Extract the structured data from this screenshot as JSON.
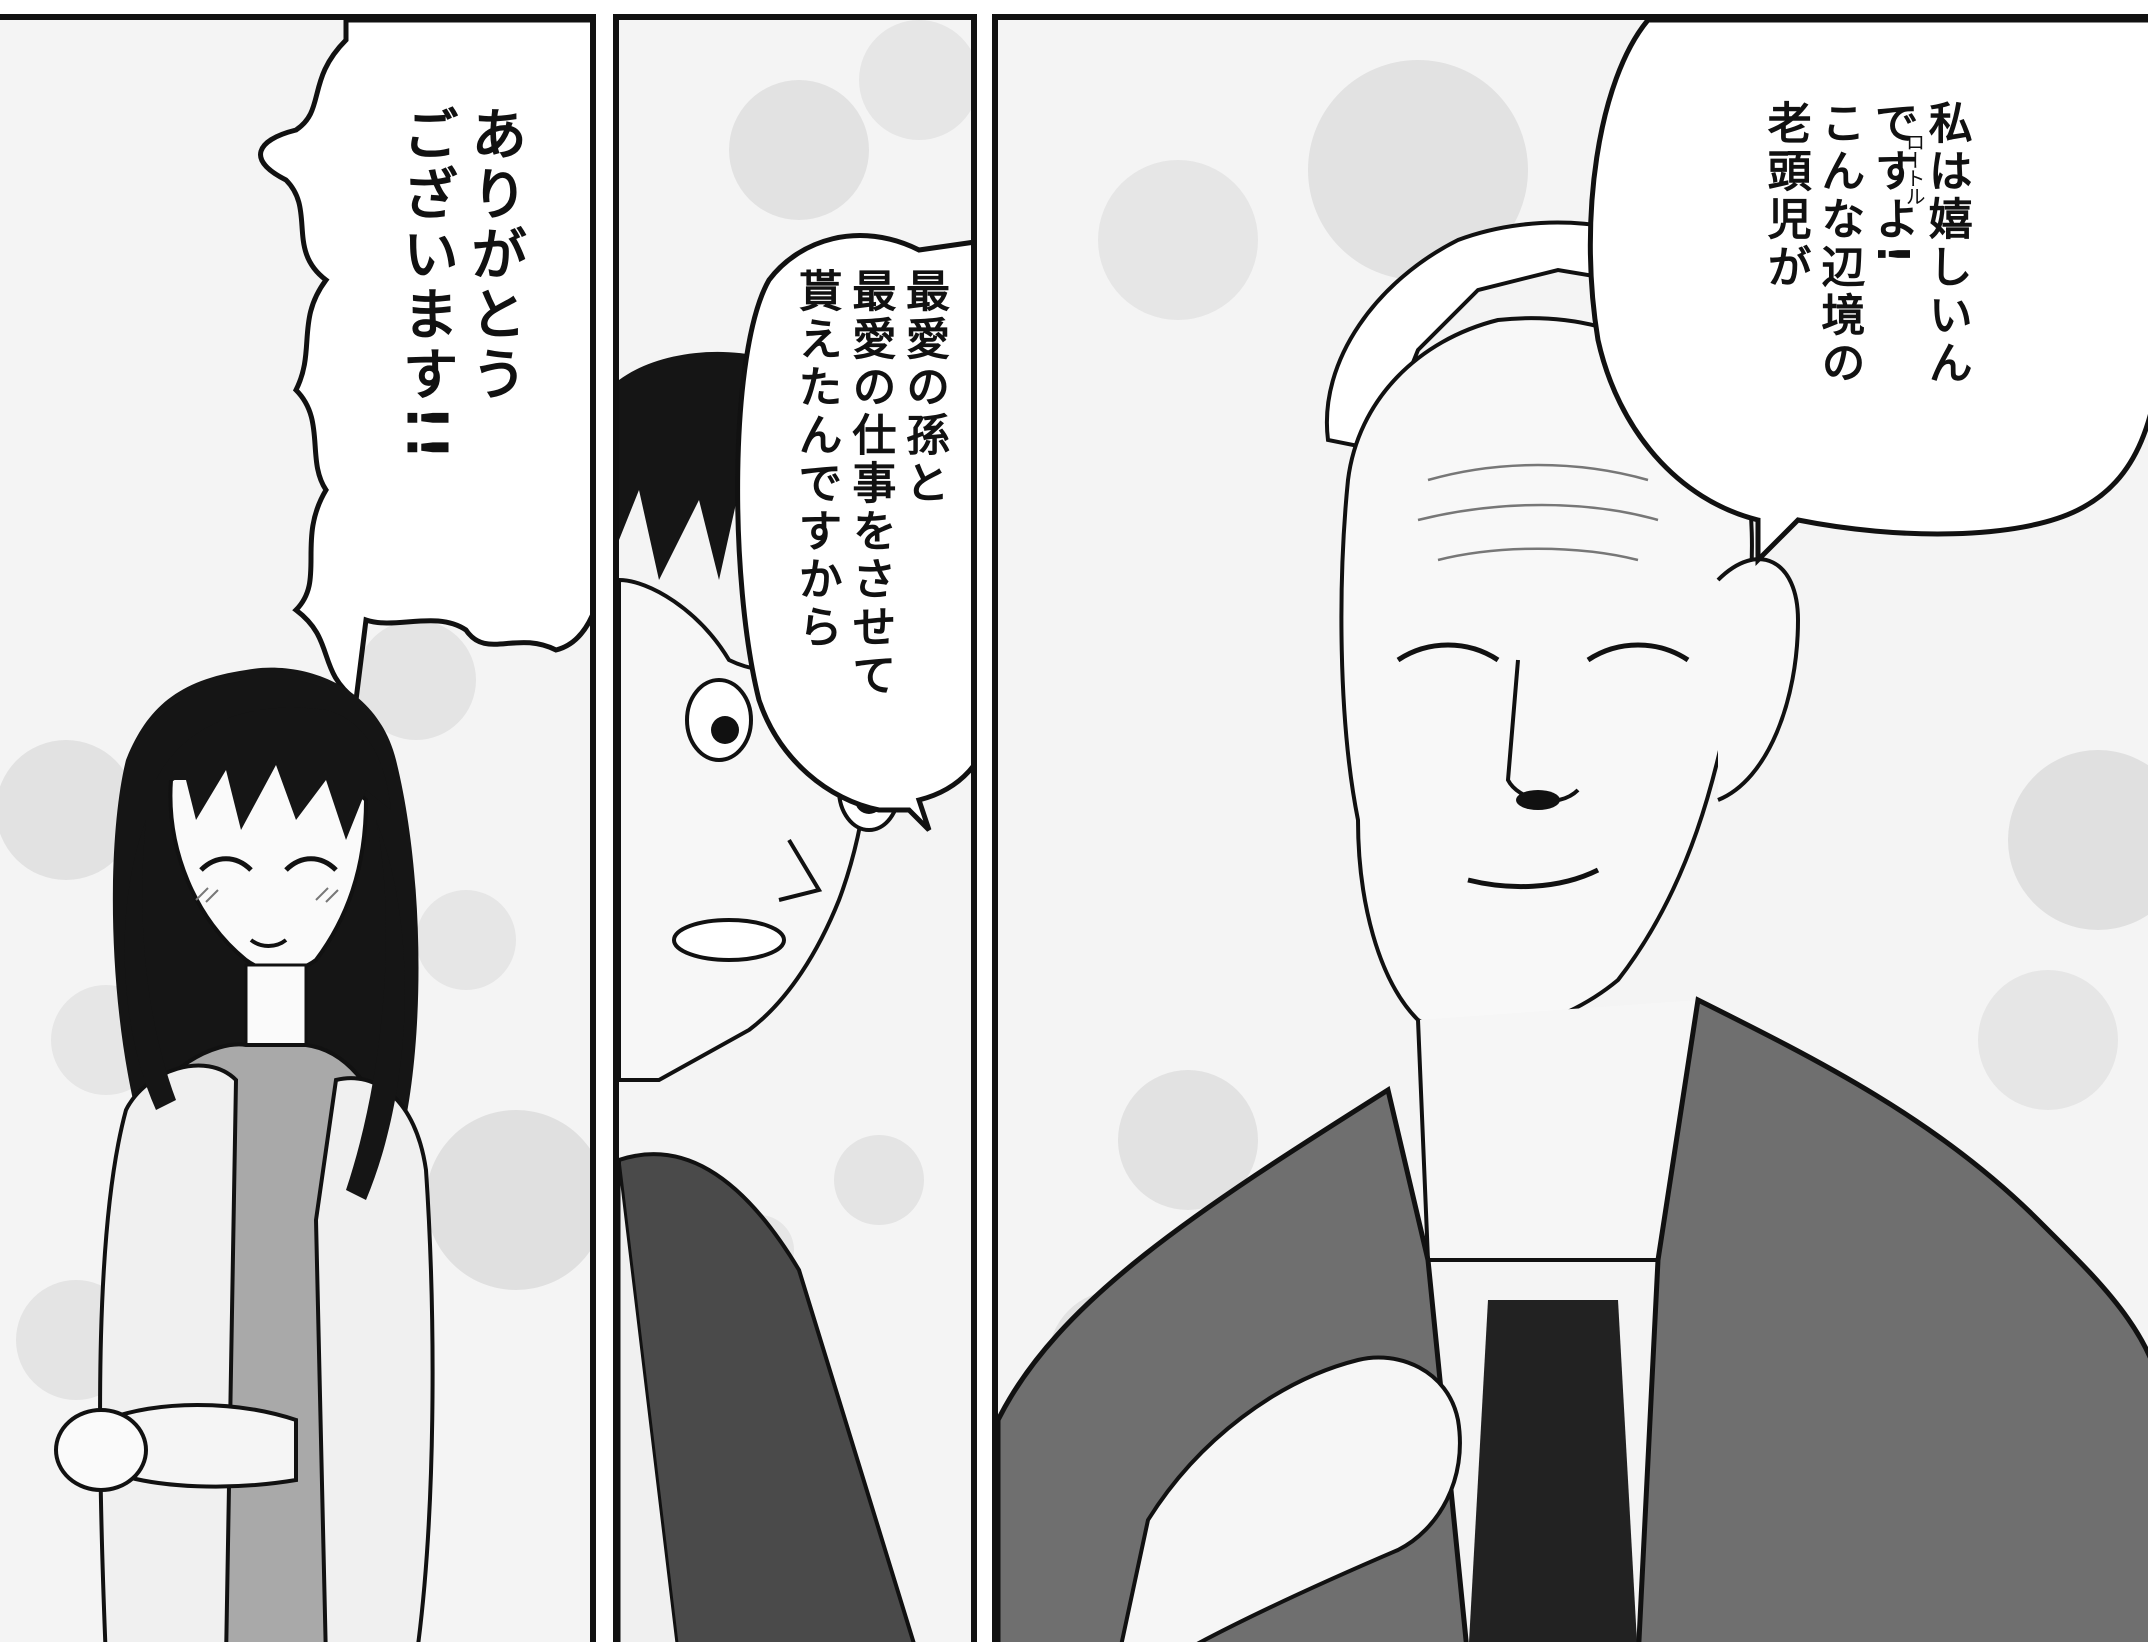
{
  "panels": [
    {
      "id": "left",
      "speaker": "girl",
      "dialogue": "ありがとう\nございます!!"
    },
    {
      "id": "middle",
      "speaker": "young-man",
      "dialogue": "最愛の孫と\n最愛の仕事をさせて\n貰えたんですから"
    },
    {
      "id": "right",
      "speaker": "old-man",
      "dialogue": "私は嬉しいん\nですよ!\nこんな辺境の\n老頭児が",
      "ruby": "ロートル"
    }
  ]
}
